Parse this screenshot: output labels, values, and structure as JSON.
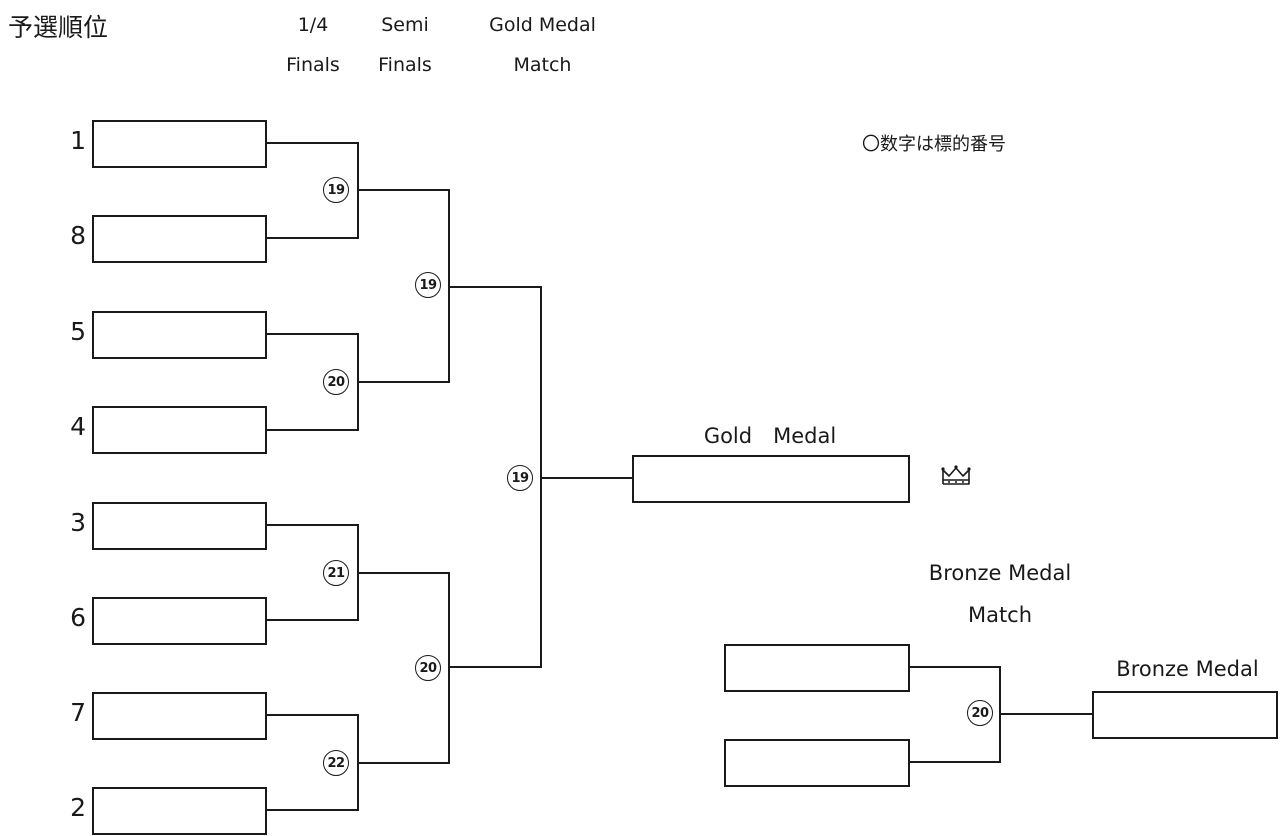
{
  "header": {
    "ranking_label": "予選順位",
    "rounds": [
      {
        "line1": "1/4",
        "line2": "Finals"
      },
      {
        "line1": "Semi",
        "line2": "Finals"
      },
      {
        "line1": "Gold Medal",
        "line2": "Match"
      }
    ]
  },
  "note": "〇数字は標的番号",
  "seeds": [
    "1",
    "8",
    "5",
    "4",
    "3",
    "6",
    "7",
    "2"
  ],
  "quarter_targets": [
    "19",
    "20",
    "21",
    "22"
  ],
  "semi_targets": [
    "19",
    "20"
  ],
  "final_target": "19",
  "gold": {
    "label": "Gold　Medal",
    "icon": "crown-icon"
  },
  "bronze": {
    "match_line1": "Bronze Medal",
    "match_line2": "Match",
    "target": "20",
    "label": "Bronze Medal"
  }
}
